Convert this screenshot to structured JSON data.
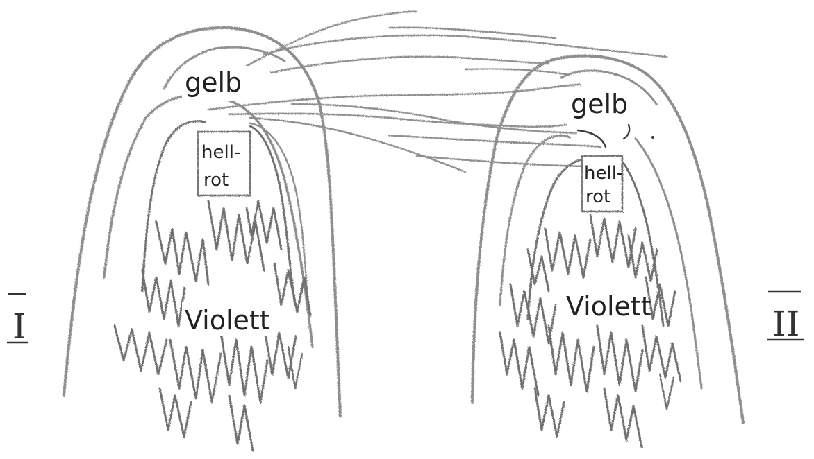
{
  "labels": {
    "left": {
      "numeral": "I",
      "gelb": "gelb",
      "hellrot_line1": "hell-",
      "hellrot_line2": "rot",
      "violett": "Violett"
    },
    "right": {
      "numeral": "II",
      "gelb": "gelb",
      "hellrot_line1": "hell-",
      "hellrot_line2": "rot",
      "violett": "Violett"
    }
  },
  "colors": {
    "pencil": "#8e8e8e",
    "ink": "#222222"
  }
}
